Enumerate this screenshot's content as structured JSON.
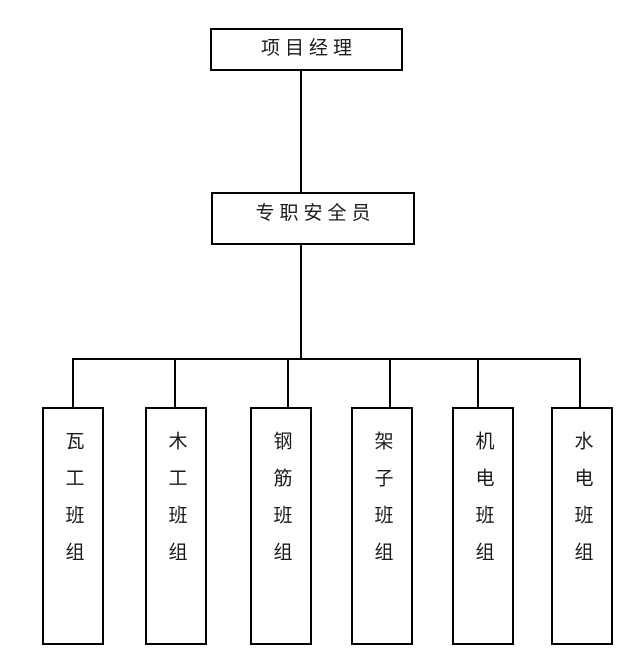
{
  "diagram": {
    "type": "organization-chart",
    "title": "",
    "background_color": "#ffffff",
    "line_color": "#000000",
    "text_color": "#1a1a1a",
    "levels": [
      {
        "level": 1,
        "nodes": [
          {
            "id": "project-manager",
            "label": "项目经理",
            "orientation": "horizontal"
          }
        ]
      },
      {
        "level": 2,
        "nodes": [
          {
            "id": "safety-officer",
            "label": "专职安全员",
            "orientation": "horizontal"
          }
        ]
      },
      {
        "level": 3,
        "nodes": [
          {
            "id": "team-mason",
            "label": "瓦工班组",
            "orientation": "vertical"
          },
          {
            "id": "team-carpenter",
            "label": "木工班组",
            "orientation": "vertical"
          },
          {
            "id": "team-rebar",
            "label": "钢筋班组",
            "orientation": "vertical"
          },
          {
            "id": "team-scaffold",
            "label": "架子班组",
            "orientation": "vertical"
          },
          {
            "id": "team-mech-elec",
            "label": "机电班组",
            "orientation": "vertical"
          },
          {
            "id": "team-plumb-elec",
            "label": "水电班组",
            "orientation": "vertical"
          }
        ]
      }
    ],
    "edges": [
      {
        "from": "project-manager",
        "to": "safety-officer"
      },
      {
        "from": "safety-officer",
        "to": "team-mason"
      },
      {
        "from": "safety-officer",
        "to": "team-carpenter"
      },
      {
        "from": "safety-officer",
        "to": "team-rebar"
      },
      {
        "from": "safety-officer",
        "to": "team-scaffold"
      },
      {
        "from": "safety-officer",
        "to": "team-mech-elec"
      },
      {
        "from": "safety-officer",
        "to": "team-plumb-elec"
      }
    ]
  }
}
